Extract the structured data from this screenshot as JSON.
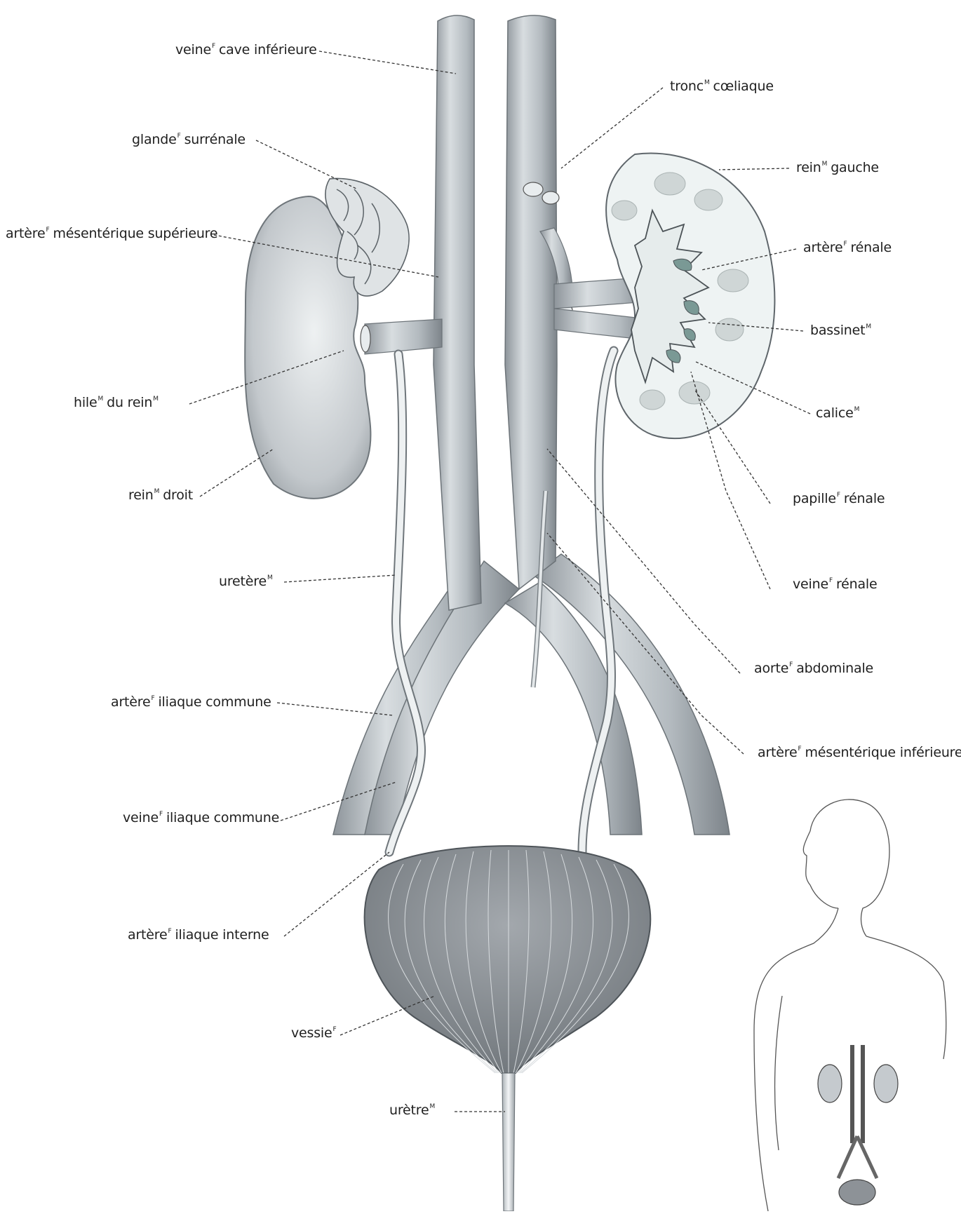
{
  "labels": {
    "veine_cave_inferieure": {
      "word": "veine",
      "gender": "F",
      "rest": "cave inférieure"
    },
    "tronc_coeliaque": {
      "word": "tronc",
      "gender": "M",
      "rest": "cœliaque"
    },
    "glande_surrenale": {
      "word": "glande",
      "gender": "F",
      "rest": "surrénale"
    },
    "rein_gauche": {
      "word": "rein",
      "gender": "M",
      "rest": "gauche"
    },
    "artere_mesenterique_superieure": {
      "word": "artère",
      "gender": "F",
      "rest": "mésentérique supérieure"
    },
    "artere_renale": {
      "word": "artère",
      "gender": "F",
      "rest": "rénale"
    },
    "bassinet": {
      "word": "bassinet",
      "gender": "M",
      "rest": ""
    },
    "hile_du_rein": {
      "word": "hile",
      "gender": "M",
      "rest": "du rein",
      "gender2": "M"
    },
    "calice": {
      "word": "calice",
      "gender": "M",
      "rest": ""
    },
    "rein_droit": {
      "word": "rein",
      "gender": "M",
      "rest": "droit"
    },
    "papille_renale": {
      "word": "papille",
      "gender": "F",
      "rest": "rénale"
    },
    "veine_renale": {
      "word": "veine",
      "gender": "F",
      "rest": "rénale"
    },
    "uretere": {
      "word": "uretère",
      "gender": "M",
      "rest": ""
    },
    "aorte_abdominale": {
      "word": "aorte",
      "gender": "F",
      "rest": "abdominale"
    },
    "artere_iliaque_commune": {
      "word": "artère",
      "gender": "F",
      "rest": "iliaque commune"
    },
    "artere_mesenterique_inferieure": {
      "word": "artère",
      "gender": "F",
      "rest": "mésentérique inférieure"
    },
    "veine_iliaque_commune": {
      "word": "veine",
      "gender": "F",
      "rest": "iliaque commune"
    },
    "artere_iliaque_interne": {
      "word": "artère",
      "gender": "F",
      "rest": "iliaque interne"
    },
    "vessie": {
      "word": "vessie",
      "gender": "F",
      "rest": ""
    },
    "uretre": {
      "word": "urètre",
      "gender": "M",
      "rest": ""
    }
  },
  "colors": {
    "vessel": "#b9bfc4",
    "vessel_dark": "#7f868c",
    "kidney": "#c9cdd0",
    "kidney_section": "#e9f0f0",
    "calyx": "#6e8f8c",
    "bladder": "#8e9398",
    "leader": "#333333"
  }
}
